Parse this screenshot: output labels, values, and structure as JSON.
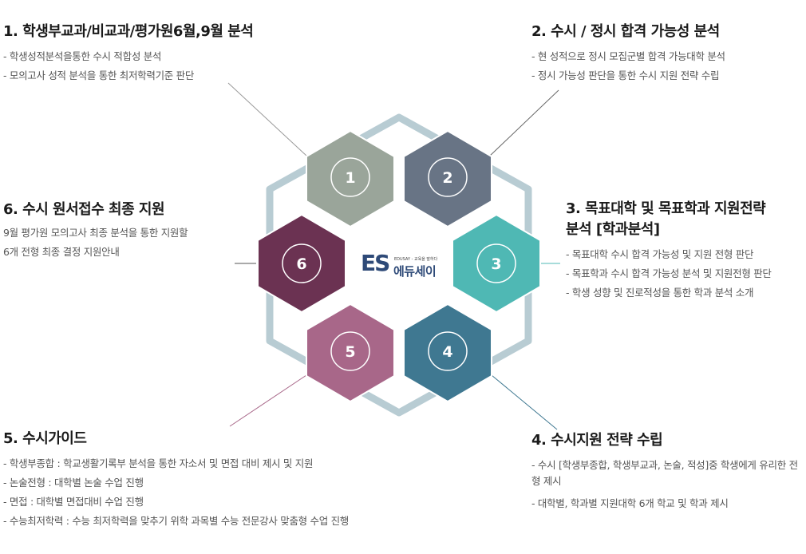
{
  "hexagons": [
    {
      "number": "1",
      "color": "#9aa59a"
    },
    {
      "number": "2",
      "color": "#687485"
    },
    {
      "number": "3",
      "color": "#4fb8b4"
    },
    {
      "number": "4",
      "color": "#3f7891"
    },
    {
      "number": "5",
      "color": "#a86789"
    },
    {
      "number": "6",
      "color": "#6b3252"
    }
  ],
  "logo": {
    "letters": "ES",
    "tagline": "EDUSAY - 교육을 말하다",
    "name": "에듀세이"
  },
  "sections": {
    "s1": {
      "title": "1. 학생부교과/비교과/평가원6월,9월 분석",
      "items": [
        "- 학생성적분석을통한 수시 적합성 분석",
        "- 모의고사 성적 분석을 통한 최저학력기준 판단"
      ]
    },
    "s2": {
      "title": "2. 수시 / 정시 합격 가능성 분석",
      "items": [
        "- 현 성적으로 정시 모집군별 합격 가능대학 분석",
        "- 정시 가능성 판단을 통한 수시 지원 전략 수립"
      ]
    },
    "s3": {
      "title_line1": "3. 목표대학 및 목표학과 지원전략",
      "title_line2": "분석 [학과분석]",
      "items": [
        "- 목표대학 수시 합격 가능성 및 지원 전형 판단",
        "- 목표학과 수시 합격 가능성 분석 및 지원전형 판단",
        "- 학생 성향 및 진로적성을 통한 학과 분석 소개"
      ]
    },
    "s4": {
      "title": "4. 수시지원 전략 수립",
      "items": [
        "- 수시 [학생부종합, 학생부교과, 논술, 적성]중 학생에게 유리한 전형 제시",
        "- 대학별, 학과별 지원대학 6개 학교 및 학과 제시"
      ]
    },
    "s5": {
      "title": "5. 수시가이드",
      "items": [
        "- 학생부종합 :  학교생활기록부 분석을 통한 자소서 및 면접 대비 제시 및 지원",
        "- 논술전형 :  대학별 논술 수업 진행",
        "- 면접 : 대학별 면접대비 수업 진행",
        "- 수능최저학력  :  수능 최저학력을 맞추기 위학  과목별 수능 전문강사 맞춤형 수업  진행"
      ]
    },
    "s6": {
      "title": "6. 수시 원서접수 최종 지원",
      "items": [
        "9월 평가원 모의고사 최종 분석을 통한 지원할",
        "6개 전형 최종 결정 지원안내"
      ]
    }
  }
}
